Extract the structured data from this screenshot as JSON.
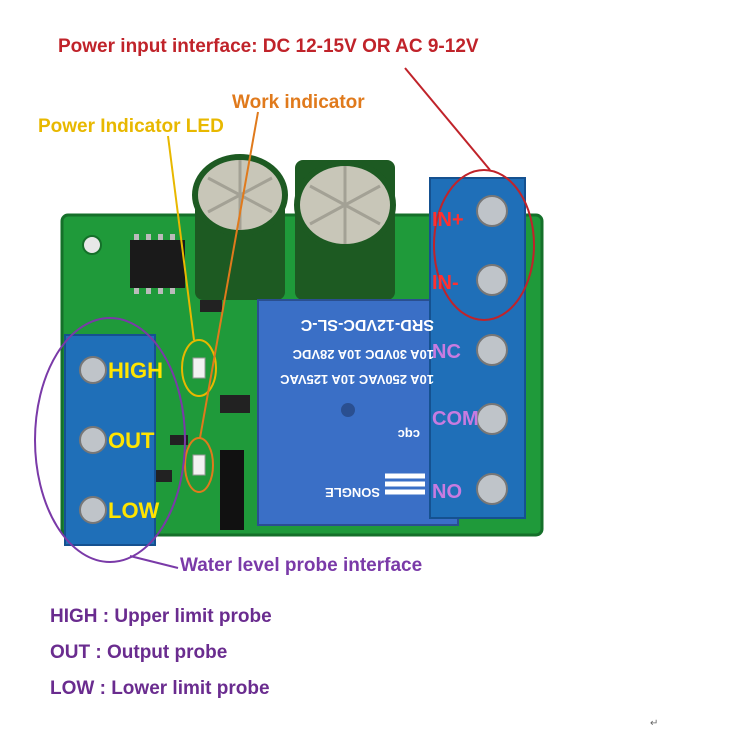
{
  "callouts": {
    "power_input": "Power input interface: DC 12-15V OR AC 9-12V",
    "work_indicator": "Work indicator",
    "power_led": "Power Indicator LED",
    "probe_interface": "Water level probe interface"
  },
  "terminals_left": [
    "HIGH",
    "OUT",
    "LOW"
  ],
  "terminals_right": [
    "IN+",
    "IN-",
    "NC",
    "COM",
    "NO"
  ],
  "relay": {
    "model": "SRD-12VDC-SL-C",
    "rating1": "10A 250VAC  10A 125VAC",
    "rating2": "10A 30VDC  10A 28VDC",
    "brand": "SONGLE",
    "cert": "cqc"
  },
  "legend": [
    "HIGH : Upper limit probe",
    "OUT   : Output probe",
    "LOW  : Lower limit probe"
  ],
  "corner_mark": "↵",
  "colors": {
    "pcb": "#1f9a3a",
    "terminal": "#1f6fb8",
    "relay": "#3a6fc6",
    "red": "#c0232a",
    "orange": "#e07a1c",
    "yellow": "#e8b800",
    "purple": "#7a3aa8"
  }
}
